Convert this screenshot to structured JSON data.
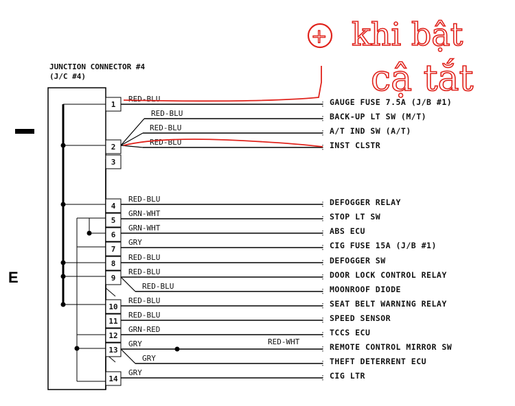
{
  "header": {
    "line1": "JUNCTION CONNECTOR #4",
    "line2": "(J/C #4)"
  },
  "side_labels": {
    "minus": "—",
    "ground": "E"
  },
  "annotation": {
    "symbol": "+",
    "line1": "khi bật",
    "line2": "cậ tắt",
    "color": "#e0231c"
  },
  "pins": [
    "1",
    "2",
    "3",
    "4",
    "5",
    "6",
    "7",
    "8",
    "9",
    "10",
    "11",
    "12",
    "13",
    "14"
  ],
  "wires": [
    {
      "pin": "1",
      "color_code": "RED-BLU",
      "destination": "GAUGE FUSE 7.5A (J/B #1)"
    },
    {
      "pin": "2",
      "color_code": "RED-BLU",
      "destination": "BACK-UP LT SW (M/T)"
    },
    {
      "pin": "2",
      "color_code": "RED-BLU",
      "destination": "A/T IND SW (A/T)"
    },
    {
      "pin": "2",
      "color_code": "RED-BLU",
      "destination": "INST CLSTR"
    },
    {
      "pin": "4",
      "color_code": "RED-BLU",
      "destination": "DEFOGGER RELAY"
    },
    {
      "pin": "5",
      "color_code": "GRN-WHT",
      "destination": "STOP LT SW"
    },
    {
      "pin": "6",
      "color_code": "GRN-WHT",
      "destination": "ABS ECU"
    },
    {
      "pin": "7",
      "color_code": "GRY",
      "destination": "CIG FUSE 15A (J/B #1)"
    },
    {
      "pin": "8",
      "color_code": "RED-BLU",
      "destination": "DEFOGGER SW"
    },
    {
      "pin": "9",
      "color_code": "RED-BLU",
      "destination": "DOOR LOCK CONTROL RELAY"
    },
    {
      "pin": "9",
      "color_code": "RED-BLU",
      "destination": "MOONROOF DIODE"
    },
    {
      "pin": "10",
      "color_code": "RED-BLU",
      "destination": "SEAT BELT WARNING RELAY"
    },
    {
      "pin": "11",
      "color_code": "RED-BLU",
      "destination": "SPEED SENSOR"
    },
    {
      "pin": "12",
      "color_code": "GRN-RED",
      "destination": "TCCS ECU"
    },
    {
      "pin": "13",
      "color_code": "GRY",
      "destination": "REMOTE CONTROL MIRROR SW",
      "splice_label": "RED-WHT"
    },
    {
      "pin": "13",
      "color_code": "GRY",
      "destination": "THEFT DETERRENT ECU"
    },
    {
      "pin": "14",
      "color_code": "GRY",
      "destination": "CIG LTR"
    }
  ]
}
